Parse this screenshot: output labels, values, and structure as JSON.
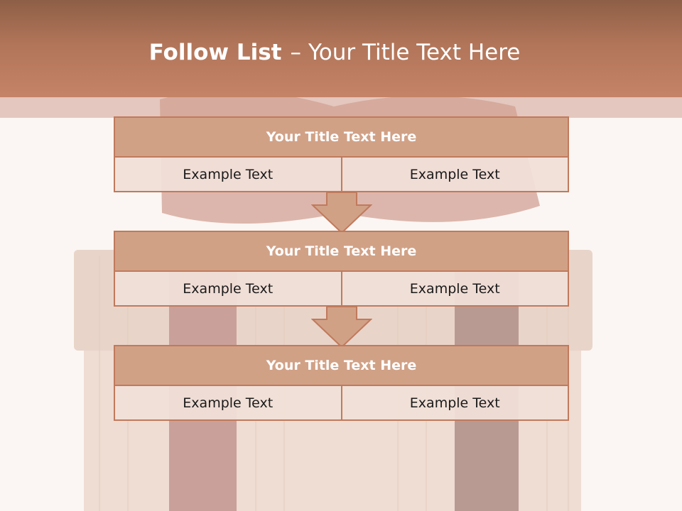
{
  "slide": {
    "title_bold": "Follow List",
    "title_sep": "–",
    "title_rest": "Your Title Text Here"
  },
  "blocks": [
    {
      "title": "Your Title Text Here",
      "left_text": "Example Text",
      "right_text": "Example Text"
    },
    {
      "title": "Your Title Text Here",
      "left_text": "Example Text",
      "right_text": "Example Text"
    },
    {
      "title": "Your Title Text Here",
      "left_text": "Example Text",
      "right_text": "Example Text"
    }
  ],
  "colors": {
    "header": "#b17559",
    "block_title_fill": "#d1a186",
    "block_border": "#c07a5c",
    "cell_fill": "#f0ded6",
    "arrow_fill": "#d1a186"
  }
}
